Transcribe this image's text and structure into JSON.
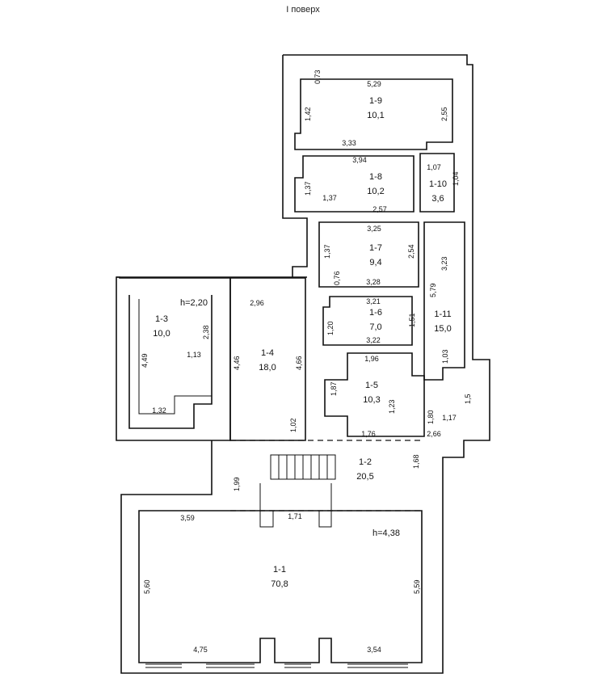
{
  "title": "І поверх",
  "rooms": [
    {
      "id": "1-9",
      "area": "10,1"
    },
    {
      "id": "1-8",
      "area": "10,2"
    },
    {
      "id": "1-10",
      "area": "3,6"
    },
    {
      "id": "1-7",
      "area": "9,4"
    },
    {
      "id": "1-6",
      "area": "7,0"
    },
    {
      "id": "1-11",
      "area": "15,0"
    },
    {
      "id": "1-3",
      "area": "10,0"
    },
    {
      "id": "1-4",
      "area": "18,0"
    },
    {
      "id": "1-5",
      "area": "10,3"
    },
    {
      "id": "1-2",
      "area": "20,5"
    },
    {
      "id": "1-1",
      "area": "70,8"
    }
  ],
  "heights": {
    "h_room_1_3": "h=2,20",
    "h_room_1_1": "h=4,38"
  },
  "dimensions": [
    "0,73",
    "5,29",
    "1,42",
    "2,55",
    "3,33",
    "3,94",
    "1,07",
    "1,04",
    "1,37",
    "1,37",
    "2,57",
    "3,25",
    "1,37",
    "2,54",
    "0,76",
    "3,28",
    "3,23",
    "3,21",
    "1,20",
    "1,51",
    "3,22",
    "5,79",
    "2,96",
    "2,38",
    "4,49",
    "1,13",
    "1,32",
    "4,46",
    "4,66",
    "1,02",
    "1,96",
    "1,87",
    "1,23",
    "1,76",
    "1,80",
    "1,17",
    "1,5",
    "2,66",
    "1,03",
    "1,99",
    "1,68",
    "3,59",
    "1,71",
    "5,60",
    "5,59",
    "4,75",
    "3,54"
  ]
}
